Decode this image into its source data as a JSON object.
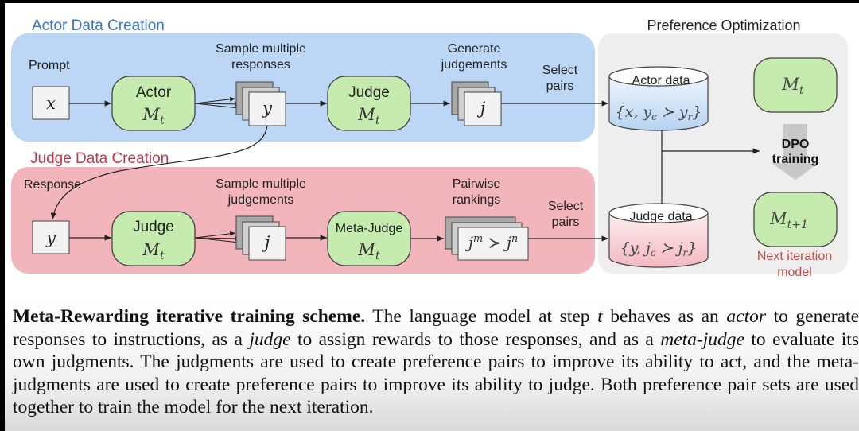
{
  "colors": {
    "actor_panel": "#bcd7f6",
    "judge_panel": "#f2b5bc",
    "po_panel": "#eeeeee",
    "model_box": "#c5ecae",
    "actor_title": "#3b73c4",
    "judge_title": "#c2364a",
    "next_iter": "#c0504d"
  },
  "actor_section": {
    "title": "Actor Data Creation",
    "prompt_label": "Prompt",
    "prompt_symbol": "x",
    "actor_box": {
      "label": "Actor",
      "model": "M",
      "sub": "t"
    },
    "sample_label_1": "Sample multiple",
    "sample_label_2": "responses",
    "response_symbol": "y",
    "judge_box": {
      "label": "Judge",
      "model": "M",
      "sub": "t"
    },
    "generate_label_1": "Generate",
    "generate_label_2": "judgements",
    "judgement_symbol": "j",
    "select_label_1": "Select",
    "select_label_2": "pairs"
  },
  "judge_section": {
    "title": "Judge Data Creation",
    "response_label": "Response",
    "response_symbol": "y",
    "judge_box": {
      "label": "Judge",
      "model": "M",
      "sub": "t"
    },
    "sample_label_1": "Sample multiple",
    "sample_label_2": "judgements",
    "judgement_symbol": "j",
    "meta_judge_box": {
      "label": "Meta-Judge",
      "model": "M",
      "sub": "t"
    },
    "pairwise_label_1": "Pairwise",
    "pairwise_label_2": "rankings",
    "ranking_left": "j",
    "ranking_left_sup": "m",
    "ranking_op": "≻",
    "ranking_right": "j",
    "ranking_right_sup": "n",
    "select_label_1": "Select",
    "select_label_2": "pairs"
  },
  "preference_section": {
    "title": "Preference Optimization",
    "actor_data": {
      "label": "Actor data",
      "set": "{x, y",
      "c": "c",
      "op": " ≻ y",
      "r": "r",
      "close": "}"
    },
    "judge_data": {
      "label": "Judge data",
      "set": "{y, j",
      "c": "c",
      "op": " ≻ j",
      "r": "r",
      "close": "}"
    },
    "current_model": {
      "model": "M",
      "sub": "t"
    },
    "dpo_label_1": "DPO",
    "dpo_label_2": "training",
    "next_model": {
      "model": "M",
      "sub": "t+1"
    },
    "next_label_1": "Next iteration",
    "next_label_2": "model"
  },
  "caption": {
    "bold": "Meta-Rewarding iterative training scheme.",
    "p1": " The language model at step ",
    "t": "t",
    "p2": " behaves as an ",
    "actor": "actor",
    "p3": " to generate responses to instructions, as a ",
    "judge": "judge",
    "p4": " to assign rewards to those responses, and as a ",
    "meta": "meta-judge",
    "p5": " to evaluate its own judgments. The judgments are used to create preference pairs to improve its ability to act, and the meta-judgments are used to create preference pairs to improve its ability to judge. Both preference pair sets are used together to train the model for the next iteration."
  }
}
